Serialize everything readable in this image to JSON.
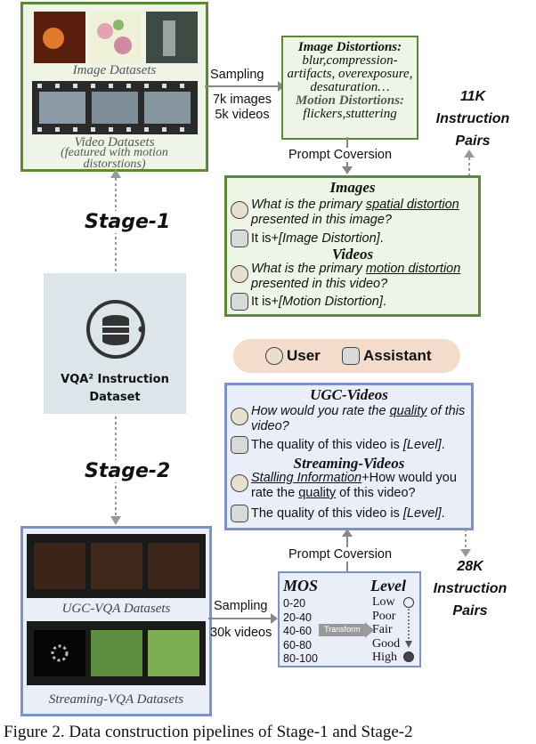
{
  "stage1": {
    "label": "Stage-1",
    "image_datasets": "Image Datasets",
    "video_datasets": "Video Datasets",
    "video_note": "(featured with motion distorstions)",
    "sampling": "Sampling",
    "counts_images": "7k images",
    "counts_videos": "5k videos",
    "distortion_box": {
      "image_title": "Image Distortions:",
      "image_list": "blur,compression-artifacts, overexposure, desaturation…",
      "motion_title": "Motion Distortions:",
      "motion_list": "flickers,stuttering"
    },
    "pairs_line1": "11K",
    "pairs_line2": "Instruction",
    "pairs_line3": "Pairs",
    "prompt": "Prompt Coversion",
    "qa": {
      "images_title": "Images",
      "images_q_pre": "What is the primary ",
      "images_q_u": "spatial distortion",
      "images_q_post": " presented in this image?",
      "images_a_pre": "It is+",
      "images_a_it": "[Image Distortion]",
      "images_a_post": ".",
      "videos_title": "Videos",
      "videos_q_pre": "What is the primary ",
      "videos_q_u": "motion distortion",
      "videos_q_post": " presented in this video?",
      "videos_a_pre": "It is+",
      "videos_a_it": "[Motion Distortion]",
      "videos_a_post": "."
    }
  },
  "legend": {
    "user": "User",
    "assistant": "Assistant"
  },
  "center": {
    "title_line1": "VQA² Instruction",
    "title_line2": "Dataset"
  },
  "stage2": {
    "label": "Stage-2",
    "ugc": "UGC-VQA Datasets",
    "streaming": "Streaming-VQA Datasets",
    "sampling": "Sampling",
    "count": "30k videos",
    "prompt": "Prompt Coversion",
    "pairs_line1": "28K",
    "pairs_line2": "Instruction",
    "pairs_line3": "Pairs",
    "qa": {
      "ugc_title": "UGC-Videos",
      "ugc_q_pre": "How would you rate the ",
      "ugc_q_u": "quality",
      "ugc_q_post": " of this video?",
      "ugc_a_pre": "The quality of this video is ",
      "ugc_a_it": "[Level]",
      "ugc_a_post": ".",
      "str_title": "Streaming-Videos",
      "str_q_u1": "Stalling Information",
      "str_q_mid": "+How would you rate the ",
      "str_q_u2": "quality",
      "str_q_post": " of this video?",
      "str_a_pre": "The quality of this video is ",
      "str_a_it": "[Level]",
      "str_a_post": "."
    },
    "mos": {
      "mos_title": "MOS",
      "level_title": "Level",
      "ranges": [
        "0-20",
        "20-40",
        "40-60",
        "60-80",
        "80-100"
      ],
      "levels": [
        "Low",
        "Poor",
        "Fair",
        "Good",
        "High"
      ],
      "transform": "Transform"
    }
  },
  "caption": "Figure 2. Data construction pipelines of Stage-1 and Stage-2"
}
